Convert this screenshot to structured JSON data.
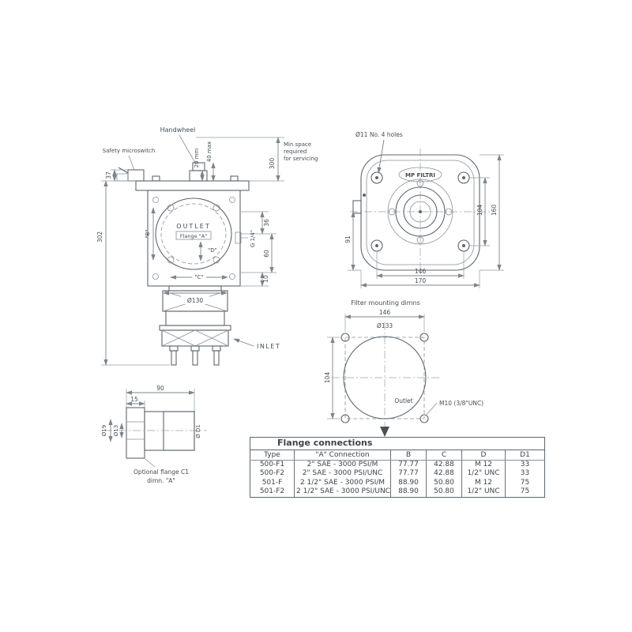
{
  "side_view": {
    "handwheel_label": "Handwheel",
    "microswitch_label": "Safety microswitch",
    "outlet_label": "OUTLET",
    "flange_label": "Flange \"A\"",
    "inlet_label": "INLET",
    "min_space_line1": "Min space",
    "min_space_line2": "required",
    "min_space_line3": "for servicing",
    "dim_302": "302",
    "dim_37": "37",
    "dim_20mm": "20 mm",
    "dim_40max": "40 max",
    "dim_300": "300",
    "dim_B": "\"B\"",
    "dim_D": "\"D\"",
    "dim_C": "\"C\"",
    "dim_130": "Ø130",
    "dim_36": "36",
    "dim_g14": "G 1/4\"",
    "dim_60": "60",
    "dim_10": "10"
  },
  "front_view": {
    "holes_label": "Ø11 No. 4 holes",
    "brand": "MP FILTRI",
    "dim_91": "91",
    "dim_104": "104",
    "dim_160": "160",
    "dim_146": "146",
    "dim_170": "170"
  },
  "mounting_view": {
    "title": "Filter mounting dimns",
    "dim_146": "146",
    "dim_133": "Ø133",
    "dim_104": "104",
    "outlet_label": "Outlet",
    "thread_label": "M10 (3/8\"UNC)"
  },
  "detail_view": {
    "dim_90": "90",
    "dim_15": "15",
    "dim_19": "Ø19",
    "dim_13": "Ø13",
    "dim_D1": "Ø D1",
    "caption_line1": "Optional flange C1",
    "caption_line2": "dimn. \"A\""
  },
  "table": {
    "title": "Flange connections",
    "headers": [
      "Type",
      "\"A\" Connection",
      "B",
      "C",
      "D",
      "D1"
    ],
    "rows": [
      [
        "500-F1",
        "2\" SAE - 3000 PSI/M",
        "77.77",
        "42.88",
        "M 12",
        "33"
      ],
      [
        "500-F2",
        "2\" SAE - 3000 PSI/UNC",
        "77.77",
        "42.88",
        "1/2\" UNC",
        "33"
      ],
      [
        "501-F",
        "2 1/2\" SAE - 3000 PSI/M",
        "88.90",
        "50.80",
        "M 12",
        "75"
      ],
      [
        "501-F2",
        "2 1/2\" SAE - 3000 PSI/UNC",
        "88.90",
        "50.80",
        "1/2\" UNC",
        "75"
      ]
    ]
  }
}
